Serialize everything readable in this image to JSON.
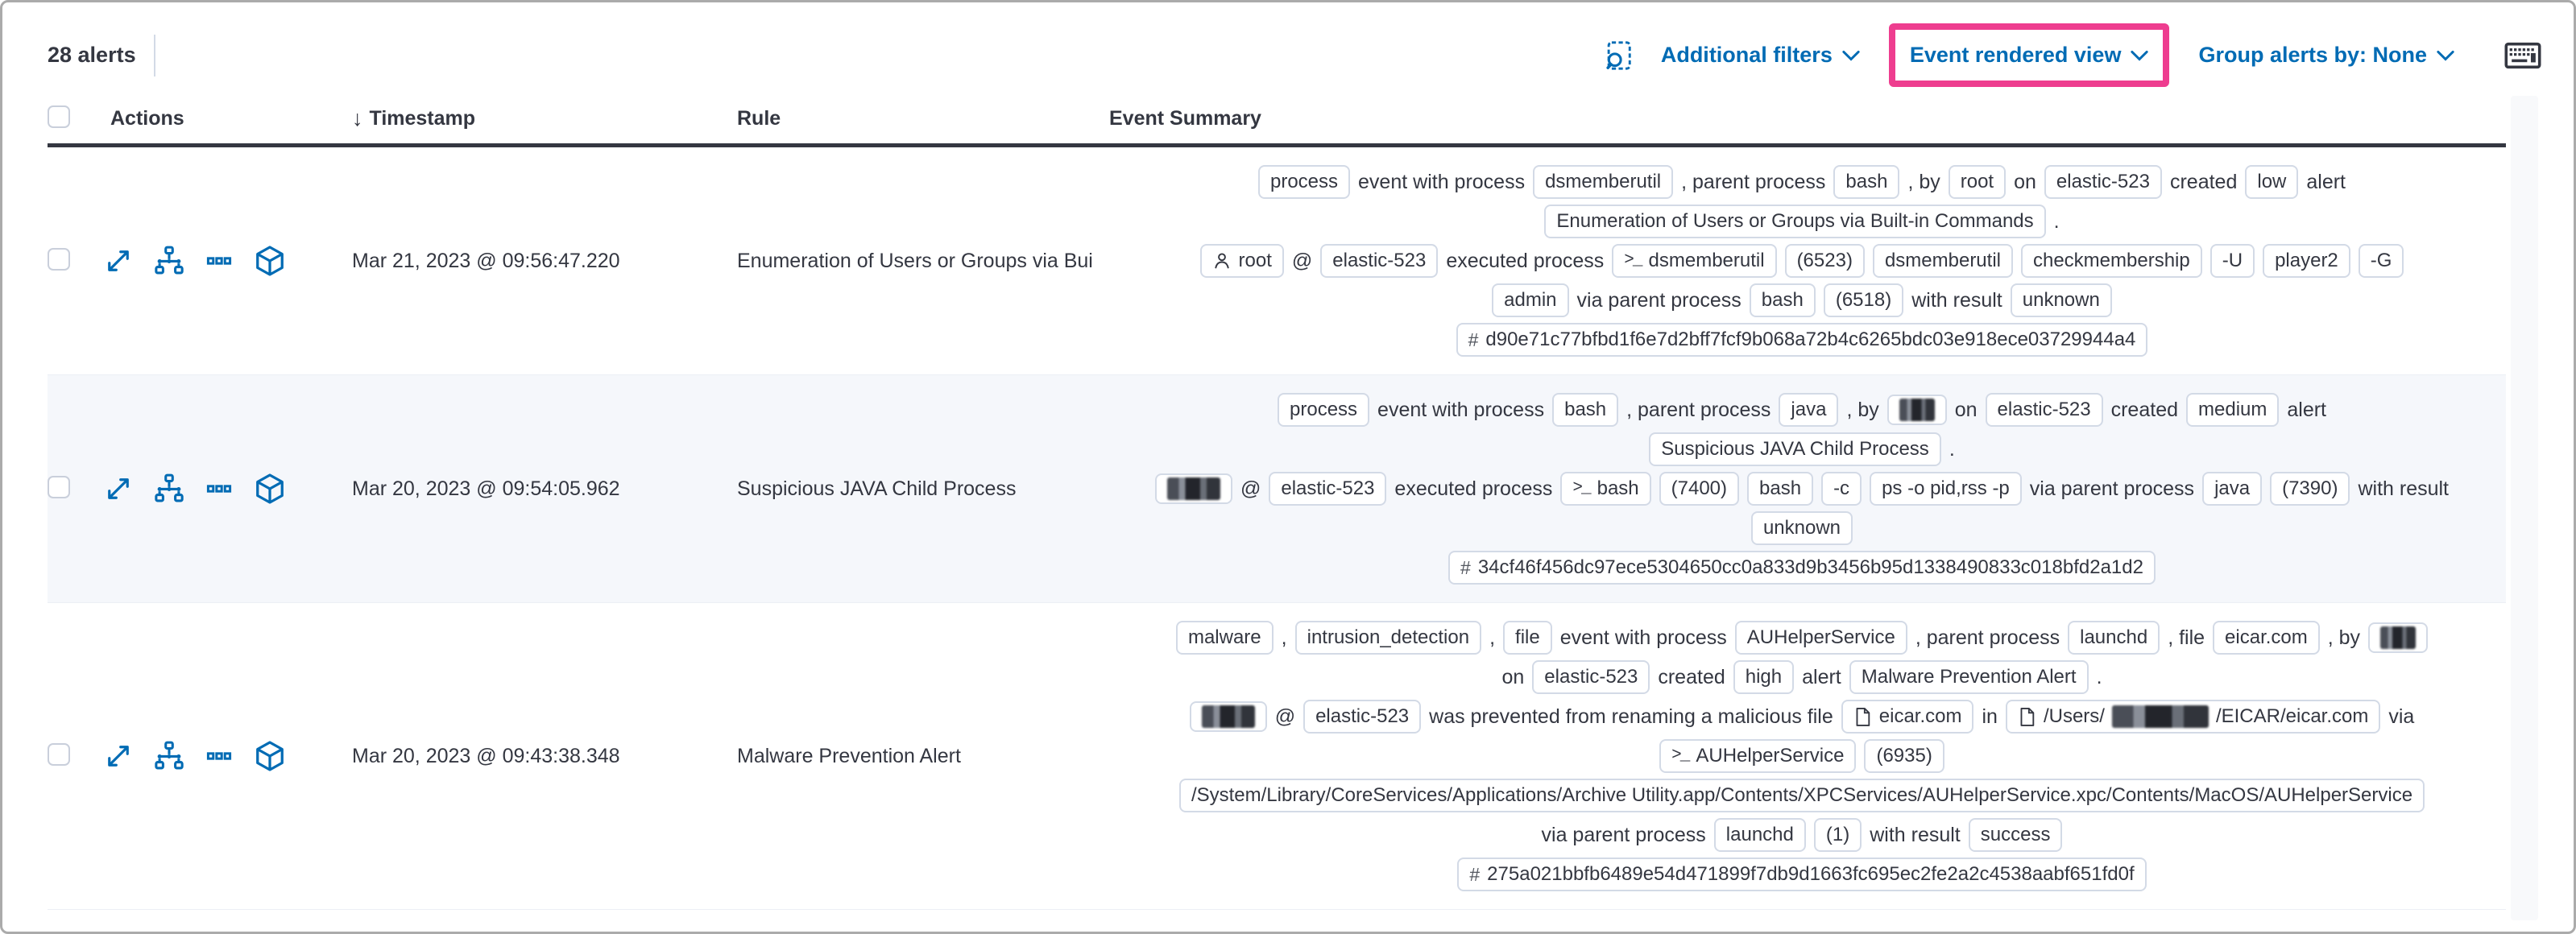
{
  "accent": {
    "link_blue": "#006bb4",
    "highlight_pink": "#ee3d8f",
    "badge_border": "#d3dae6",
    "shaded_row": "#f5f7fb"
  },
  "toolbar": {
    "alert_count": "28 alerts",
    "inspect_icon": "inspect-icon",
    "additional_filters_label": "Additional filters",
    "view_selector_label": "Event rendered view",
    "group_alerts_label": "Group alerts by: None",
    "keyboard_icon": "keyboard-shortcuts-icon"
  },
  "table": {
    "columns": {
      "actions": "Actions",
      "timestamp": "Timestamp",
      "rule": "Rule",
      "summary": "Event Summary"
    },
    "timestamp_sort": "descending",
    "row_action_icons": [
      {
        "name": "expand-icon"
      },
      {
        "name": "analyzer-icon"
      },
      {
        "name": "more-actions-icon"
      },
      {
        "name": "session-view-icon"
      }
    ],
    "rows": [
      {
        "timestamp": "Mar 21, 2023 @ 09:56:47.220",
        "rule": "Enumeration of Users or Groups via Bui",
        "summary": [
          [
            {
              "type": "badge",
              "text": "process"
            },
            {
              "type": "text",
              "text": "event with process"
            },
            {
              "type": "badge",
              "text": "dsmemberutil"
            },
            {
              "type": "text",
              "text": ", parent process"
            },
            {
              "type": "badge",
              "text": "bash"
            },
            {
              "type": "text",
              "text": ", by"
            },
            {
              "type": "badge",
              "text": "root"
            },
            {
              "type": "text",
              "text": "on"
            },
            {
              "type": "badge",
              "text": "elastic-523"
            },
            {
              "type": "text",
              "text": "created"
            },
            {
              "type": "badge",
              "text": "low"
            },
            {
              "type": "text",
              "text": "alert"
            }
          ],
          [
            {
              "type": "badge",
              "text": "Enumeration of Users or Groups via Built-in Commands"
            },
            {
              "type": "text",
              "text": "."
            }
          ],
          [
            {
              "type": "badge",
              "icon": "user-icon",
              "text": "root"
            },
            {
              "type": "text",
              "text": "@"
            },
            {
              "type": "badge",
              "text": "elastic-523"
            },
            {
              "type": "text",
              "text": "executed process"
            },
            {
              "type": "badge",
              "icon": "terminal-icon",
              "text": "dsmemberutil"
            },
            {
              "type": "badge",
              "text": "(6523)"
            },
            {
              "type": "badge",
              "text": "dsmemberutil"
            },
            {
              "type": "badge",
              "text": "checkmembership"
            },
            {
              "type": "badge",
              "text": "-U"
            },
            {
              "type": "badge",
              "text": "player2"
            },
            {
              "type": "badge",
              "text": "-G"
            }
          ],
          [
            {
              "type": "badge",
              "text": "admin"
            },
            {
              "type": "text",
              "text": "via parent process"
            },
            {
              "type": "badge",
              "text": "bash"
            },
            {
              "type": "badge",
              "text": "(6518)"
            },
            {
              "type": "text",
              "text": "with result"
            },
            {
              "type": "badge",
              "text": "unknown"
            }
          ],
          [
            {
              "type": "badge",
              "icon": "hash-icon",
              "text": "d90e71c77bfbd1f6e7d2bff7fcf9b068a72b4c6265bdc03e918ece03729944a4"
            }
          ]
        ]
      },
      {
        "timestamp": "Mar 20, 2023 @ 09:54:05.962",
        "rule": "Suspicious JAVA Child Process",
        "summary": [
          [
            {
              "type": "badge",
              "text": "process"
            },
            {
              "type": "text",
              "text": "event with process"
            },
            {
              "type": "badge",
              "text": "bash"
            },
            {
              "type": "text",
              "text": ", parent process"
            },
            {
              "type": "badge",
              "text": "java"
            },
            {
              "type": "text",
              "text": ", by"
            },
            {
              "type": "badge",
              "redacted": true,
              "width": 44
            },
            {
              "type": "text",
              "text": "on"
            },
            {
              "type": "badge",
              "text": "elastic-523"
            },
            {
              "type": "text",
              "text": "created"
            },
            {
              "type": "badge",
              "text": "medium"
            },
            {
              "type": "text",
              "text": "alert"
            }
          ],
          [
            {
              "type": "badge",
              "text": "Suspicious JAVA Child Process"
            },
            {
              "type": "text",
              "text": "."
            }
          ],
          [
            {
              "type": "badge",
              "redacted": true,
              "width": 66
            },
            {
              "type": "text",
              "text": "@"
            },
            {
              "type": "badge",
              "text": "elastic-523"
            },
            {
              "type": "text",
              "text": "executed process"
            },
            {
              "type": "badge",
              "icon": "terminal-icon",
              "text": "bash"
            },
            {
              "type": "badge",
              "text": "(7400)"
            },
            {
              "type": "badge",
              "text": "bash"
            },
            {
              "type": "badge",
              "text": "-c"
            },
            {
              "type": "badge",
              "text": "ps -o pid,rss -p"
            },
            {
              "type": "text",
              "text": "via parent process"
            },
            {
              "type": "badge",
              "text": "java"
            },
            {
              "type": "badge",
              "text": "(7390)"
            },
            {
              "type": "text",
              "text": "with result"
            }
          ],
          [
            {
              "type": "badge",
              "text": "unknown"
            }
          ],
          [
            {
              "type": "badge",
              "icon": "hash-icon",
              "text": "34cf46f456dc97ece5304650cc0a833d9b3456b95d1338490833c018bfd2a1d2"
            }
          ]
        ]
      },
      {
        "timestamp": "Mar 20, 2023 @ 09:43:38.348",
        "rule": "Malware Prevention Alert",
        "summary": [
          [
            {
              "type": "badge",
              "text": "malware"
            },
            {
              "type": "text",
              "text": ","
            },
            {
              "type": "badge",
              "text": "intrusion_detection"
            },
            {
              "type": "text",
              "text": ","
            },
            {
              "type": "badge",
              "text": "file"
            },
            {
              "type": "text",
              "text": "event with process"
            },
            {
              "type": "badge",
              "text": "AUHelperService"
            },
            {
              "type": "text",
              "text": ", parent process"
            },
            {
              "type": "badge",
              "text": "launchd"
            },
            {
              "type": "text",
              "text": ", file"
            },
            {
              "type": "badge",
              "text": "eicar.com"
            },
            {
              "type": "text",
              "text": ", by"
            },
            {
              "type": "badge",
              "redacted": true,
              "width": 44
            }
          ],
          [
            {
              "type": "text",
              "text": "on"
            },
            {
              "type": "badge",
              "text": "elastic-523"
            },
            {
              "type": "text",
              "text": "created"
            },
            {
              "type": "badge",
              "text": "high"
            },
            {
              "type": "text",
              "text": "alert"
            },
            {
              "type": "badge",
              "text": "Malware Prevention Alert"
            },
            {
              "type": "text",
              "text": "."
            }
          ],
          [
            {
              "type": "badge",
              "redacted": true,
              "width": 66
            },
            {
              "type": "text",
              "text": "@"
            },
            {
              "type": "badge",
              "text": "elastic-523"
            },
            {
              "type": "text",
              "text": "was prevented from renaming a malicious file"
            },
            {
              "type": "badge",
              "icon": "file-icon",
              "text": "eicar.com"
            },
            {
              "type": "text",
              "text": "in"
            },
            {
              "type": "badge",
              "icon": "file-icon",
              "parts": [
                {
                  "text": "/Users/"
                },
                {
                  "redacted": true,
                  "width": 120
                },
                {
                  "text": "/EICAR/eicar.com"
                }
              ]
            },
            {
              "type": "text",
              "text": "via"
            }
          ],
          [
            {
              "type": "badge",
              "icon": "terminal-icon",
              "text": "AUHelperService"
            },
            {
              "type": "badge",
              "text": "(6935)"
            }
          ],
          [
            {
              "type": "badge",
              "text": "/System/Library/CoreServices/Applications/Archive Utility.app/Contents/XPCServices/AUHelperService.xpc/Contents/MacOS/AUHelperService"
            }
          ],
          [
            {
              "type": "text",
              "text": "via parent process"
            },
            {
              "type": "badge",
              "text": "launchd"
            },
            {
              "type": "badge",
              "text": "(1)"
            },
            {
              "type": "text",
              "text": "with result"
            },
            {
              "type": "badge",
              "text": "success"
            }
          ],
          [
            {
              "type": "badge",
              "icon": "hash-icon",
              "text": "275a021bbfb6489e54d471899f7db9d1663fc695ec2fe2a2c4538aabf651fd0f"
            }
          ]
        ]
      }
    ]
  }
}
